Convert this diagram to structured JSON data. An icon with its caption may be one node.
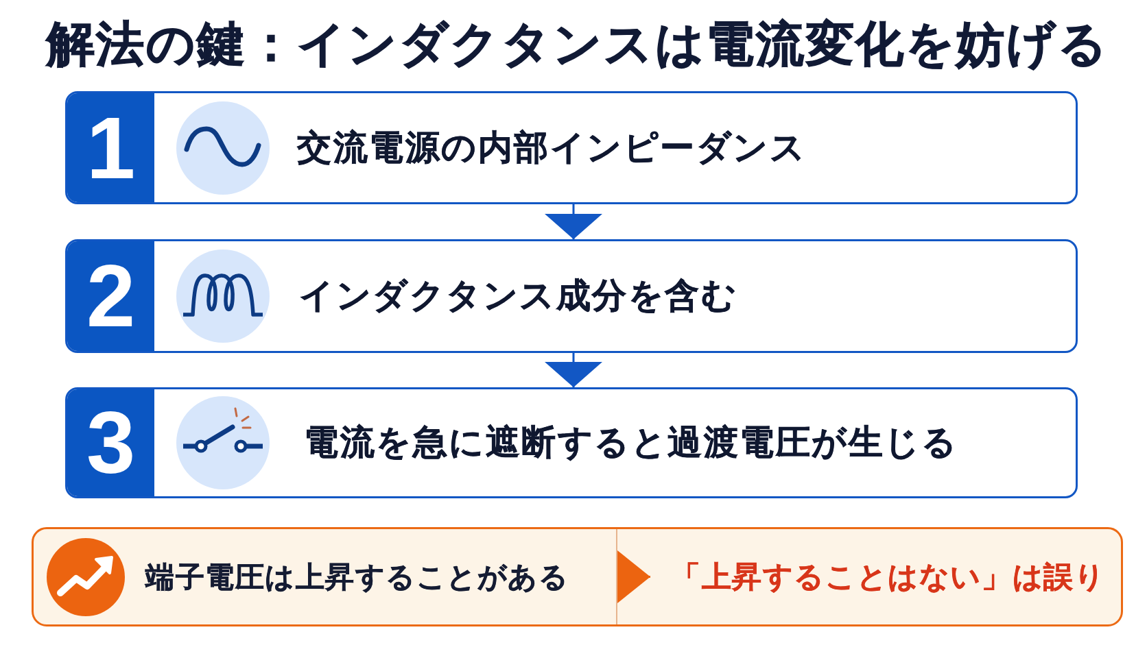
{
  "diagram": {
    "title": "解法の鍵：インダクタンスは電流変化を妨げる",
    "nodes": [
      {
        "text": [
          "1",
          "交流電源の内部インピーダンス"
        ]
      },
      {
        "text": [
          "2",
          "インダクタンス成分を含む"
        ]
      },
      {
        "text": [
          "3",
          "電流を急に遮断すると過渡電圧が生じる"
        ]
      },
      {
        "text": [],
        "shape": "box"
      },
      {
        "text": [
          "端子電圧は上昇することがある"
        ],
        "in": 3
      },
      {
        "text": [
          "「上昇することはない」は誤り"
        ],
        "in": 3
      }
    ],
    "edges": [
      {
        "from": 0,
        "to": 1,
        "arrow": "to"
      },
      {
        "from": 1,
        "to": 2,
        "arrow": "to"
      },
      {
        "from": 4,
        "to": 5,
        "arrow": "to",
        "color": "#ec6410"
      }
    ]
  }
}
